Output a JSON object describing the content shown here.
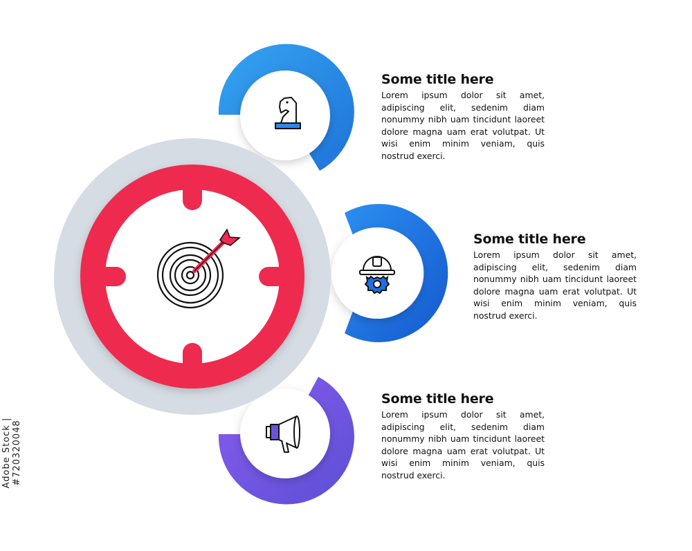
{
  "colors": {
    "target_ring": "#ef2a4f",
    "target_shadow_ring": "#d6dce3",
    "node_1": "#2f86e8",
    "node_2": "#1e6fe0",
    "node_3": "#7052d8",
    "text": "#111111"
  },
  "center": {
    "icon": "target-dart-icon"
  },
  "items": [
    {
      "icon": "chess-knight-icon",
      "title": "Some title here",
      "body": "Lorem ipsum dolor sit amet, adipiscing elit, sedenim diam nonummy nibh uam tincidunt laoreet dolore magna uam erat volutpat. Ut wisi enim minim veniam, quis nostrud exerci."
    },
    {
      "icon": "hard-hat-gear-icon",
      "title": "Some title here",
      "body": "Lorem ipsum dolor sit amet, adipiscing elit, sedenim diam nonummy nibh uam tincidunt laoreet dolore magna uam erat volutpat. Ut wisi enim minim veniam, quis nostrud exerci."
    },
    {
      "icon": "megaphone-icon",
      "title": "Some title here",
      "body": "Lorem ipsum dolor sit amet, adipiscing elit, sedenim diam nonummy nibh uam tincidunt laoreet dolore magna uam erat volutpat. Ut wisi enim minim veniam, quis nostrud exerci."
    }
  ],
  "watermark": {
    "stock_id": "720320048",
    "brand": "Adobe Stock"
  }
}
